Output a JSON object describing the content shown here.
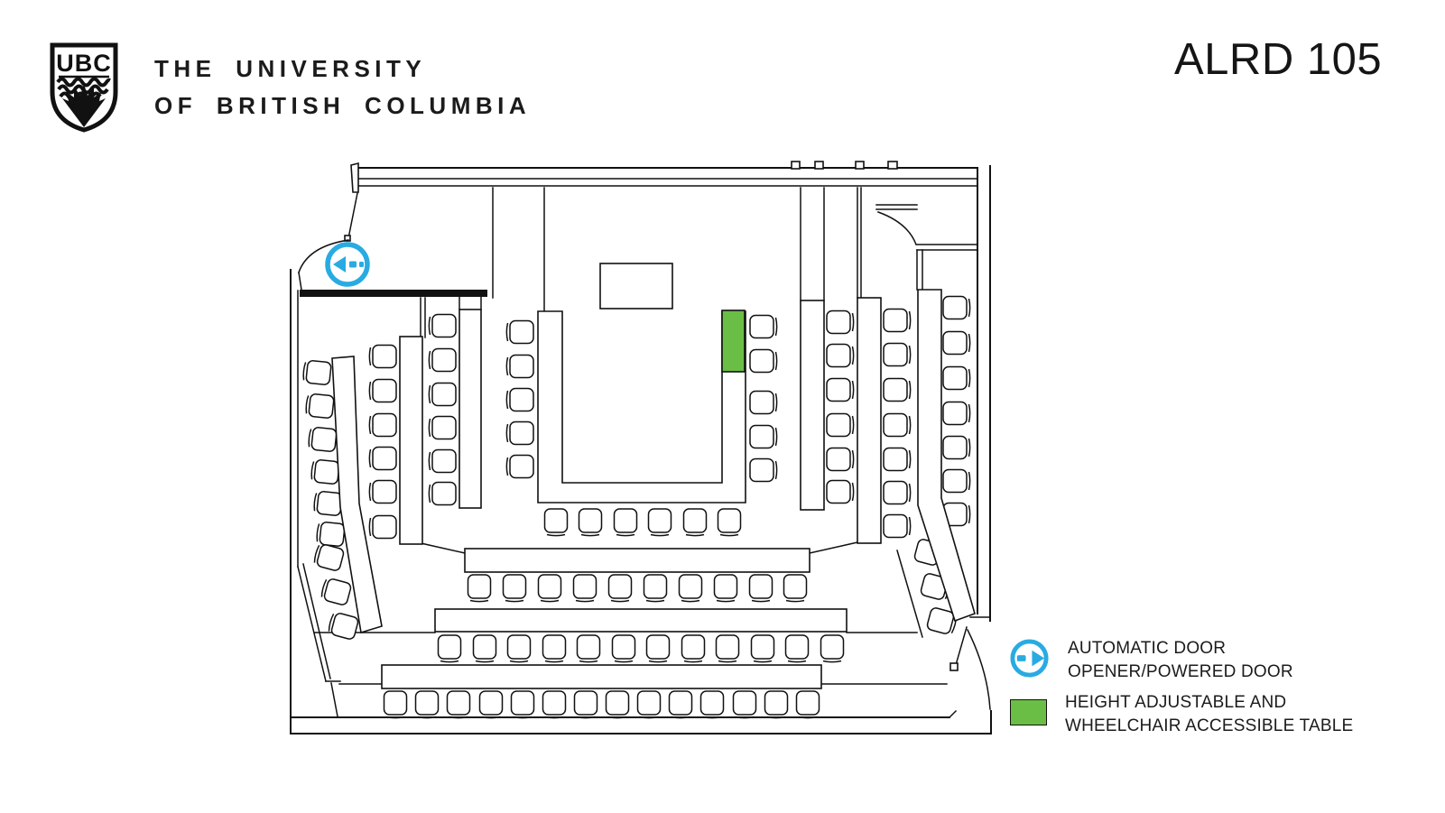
{
  "colors": {
    "accent_blue": "#29ABE2",
    "accent_green": "#6ABE45",
    "ink": "#111111"
  },
  "header": {
    "logo_monogram": "UBC",
    "wordmark_line1": "THE UNIVERSITY",
    "wordmark_line2": "OF BRITISH COLUMBIA",
    "room_title": "ALRD 105"
  },
  "legend": {
    "automatic_door": {
      "icon": "automatic-door-icon",
      "line1": "AUTOMATIC DOOR",
      "line2": "OPENER/POWERED DOOR"
    },
    "accessible_table": {
      "icon": "accessible-table-swatch",
      "line1": "HEIGHT ADJUSTABLE AND",
      "line2": "WHEELCHAIR ACCESSIBLE TABLE"
    }
  },
  "floor_plan": {
    "room": "ALRD 105",
    "description": "Tiered seating plan with central U-shaped table, side table columns, three rear rows, podium, one height-adjustable wheelchair accessible table and one automatic powered door",
    "elements": {
      "podium": 1,
      "accessible_tables": 1,
      "automatic_door_openers": 1,
      "doors": 3,
      "u_table_seats": 16,
      "left_side_seats": 21,
      "right_side_seats": 23,
      "back_row_seats": [
        10,
        12,
        14
      ],
      "total_seats": 96
    }
  }
}
